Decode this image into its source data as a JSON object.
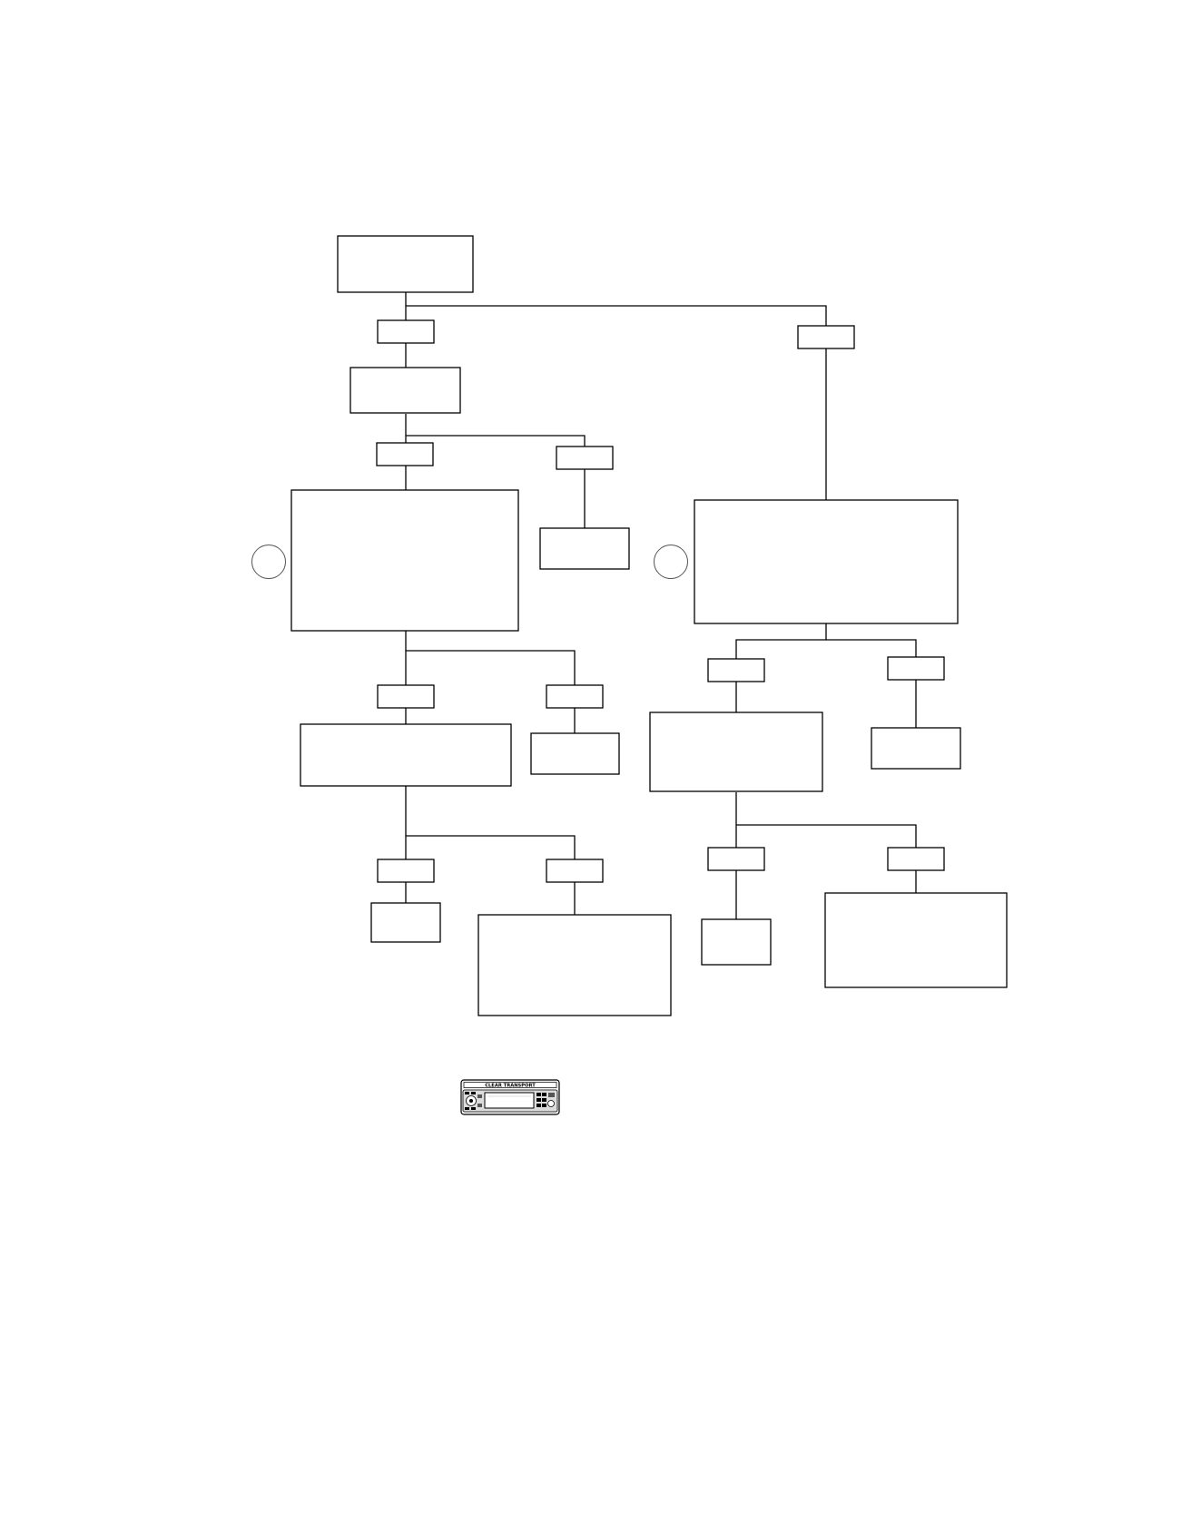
{
  "diagram": {
    "type": "flowchart",
    "nodes": [
      {
        "id": "root",
        "text": ""
      },
      {
        "id": "left-level1",
        "text": ""
      },
      {
        "id": "left-level2",
        "text": ""
      },
      {
        "id": "left-branch-a",
        "text": ""
      },
      {
        "id": "left-level3",
        "text": ""
      },
      {
        "id": "left-branch-b",
        "text": ""
      },
      {
        "id": "left-leaf-small",
        "text": ""
      },
      {
        "id": "left-leaf-large",
        "text": ""
      },
      {
        "id": "right-level1",
        "text": ""
      },
      {
        "id": "right-level2",
        "text": ""
      },
      {
        "id": "right-branch-a",
        "text": ""
      },
      {
        "id": "right-leaf-small",
        "text": ""
      },
      {
        "id": "right-leaf-large",
        "text": ""
      }
    ],
    "edge_labels": [
      {
        "id": "lbl-root-left",
        "text": ""
      },
      {
        "id": "lbl-root-right",
        "text": ""
      },
      {
        "id": "lbl-l1-down",
        "text": ""
      },
      {
        "id": "lbl-l1-side",
        "text": ""
      },
      {
        "id": "lbl-l2-down",
        "text": ""
      },
      {
        "id": "lbl-l2-side",
        "text": ""
      },
      {
        "id": "lbl-l3-down",
        "text": ""
      },
      {
        "id": "lbl-l3-side",
        "text": ""
      },
      {
        "id": "lbl-r1-down",
        "text": ""
      },
      {
        "id": "lbl-r1-side",
        "text": ""
      },
      {
        "id": "lbl-r2-down",
        "text": ""
      },
      {
        "id": "lbl-r2-side",
        "text": ""
      }
    ],
    "markers": [
      {
        "id": "marker-left",
        "text": ""
      },
      {
        "id": "marker-right",
        "text": ""
      }
    ]
  },
  "device_image": {
    "icon": "car-stereo-faceplate-icon",
    "brand_text": "CLEAR TRANSPORT"
  }
}
